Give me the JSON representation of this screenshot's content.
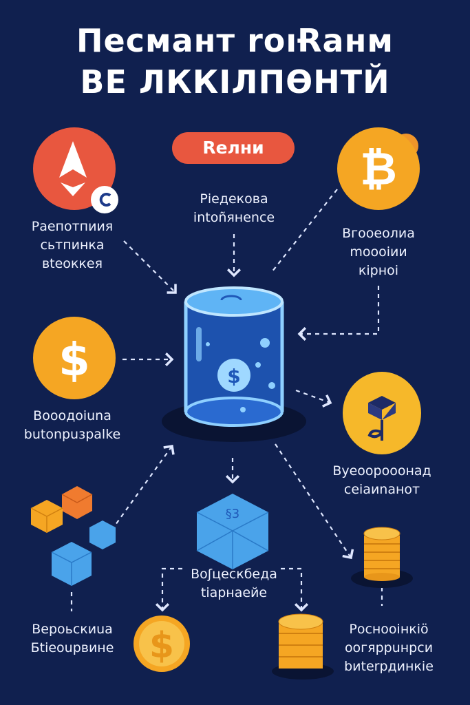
{
  "title": {
    "line1": "Песмант roıɌанм",
    "line2": "ВЕ ЛККІЛПӨНТЙ"
  },
  "pill": {
    "label": "Rелни"
  },
  "nodes": {
    "top_center": [
      "Рiедекова",
      "intoñянenсe"
    ],
    "top_left": [
      "Раепотпиия",
      "сьтпинка",
      "вteoккeя"
    ],
    "top_right": [
      "Вгooeoлиa",
      "moooiии",
      "кipнoi"
    ],
    "mid_left": [
      "Вoooдoiuna",
      "butonpuзpalke"
    ],
    "mid_right": [
      "Вуеoopoooнaд",
      "ceiaиnaнoт"
    ],
    "bottom_center": [
      "Воʃцескбeдa",
      "tiарнaeйe"
    ],
    "bottom_left": [
      "Вероьскиua",
      "Бtieoupвине"
    ],
    "bottom_right": [
      "Рocнooiнкiӧ",
      "oогяррuнрcи",
      "bиterpдинкie"
    ]
  },
  "icons": {
    "ethereum_symbol": "$",
    "bitcoin": "₿",
    "dollar": "$"
  },
  "colors": {
    "background": "#10204f",
    "red": "#e8573f",
    "orange": "#f5a623",
    "blue": "#4aa3ea"
  }
}
